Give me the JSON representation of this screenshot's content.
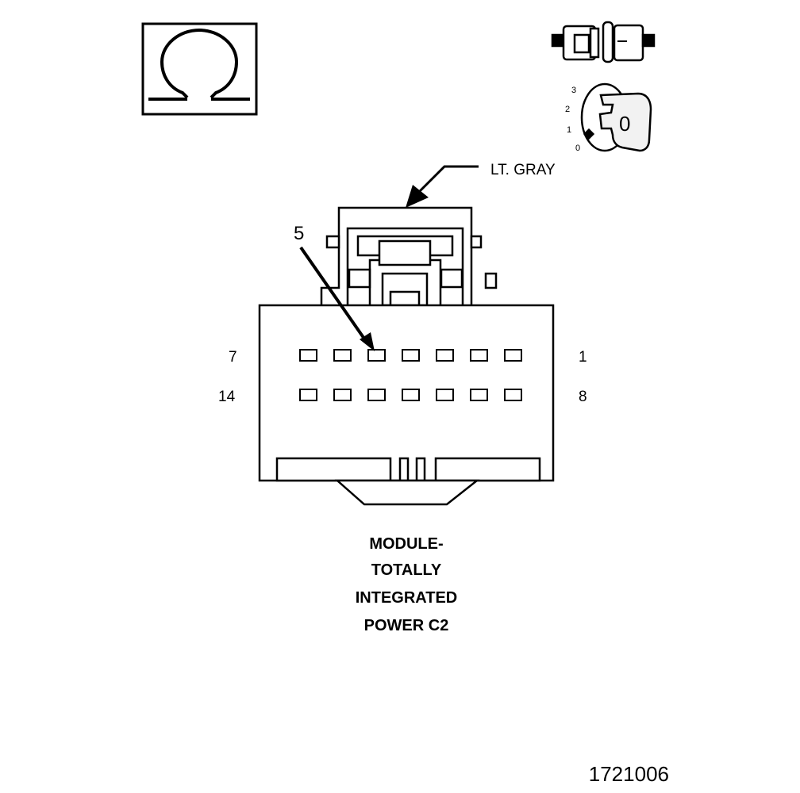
{
  "wire_color_label": "LT. GRAY",
  "callout_number": "5",
  "pin_labels": {
    "top_left": "7",
    "top_right": "1",
    "bottom_left": "14",
    "bottom_right": "8"
  },
  "ignition": {
    "positions": [
      "3",
      "2",
      "1",
      "0"
    ],
    "key_label": "0"
  },
  "component_name_lines": [
    "MODULE-",
    "TOTALLY",
    "INTEGRATED",
    "POWER C2"
  ],
  "figure_number": "1721006",
  "icons": {
    "ohmmeter": "ohm-symbol-icon",
    "connector": "disconnected-connector-icon",
    "ignition": "ignition-key-off-icon"
  },
  "colors": {
    "ink": "#000000",
    "fill": "#ffffff",
    "key_fill": "#f2f2f2"
  }
}
